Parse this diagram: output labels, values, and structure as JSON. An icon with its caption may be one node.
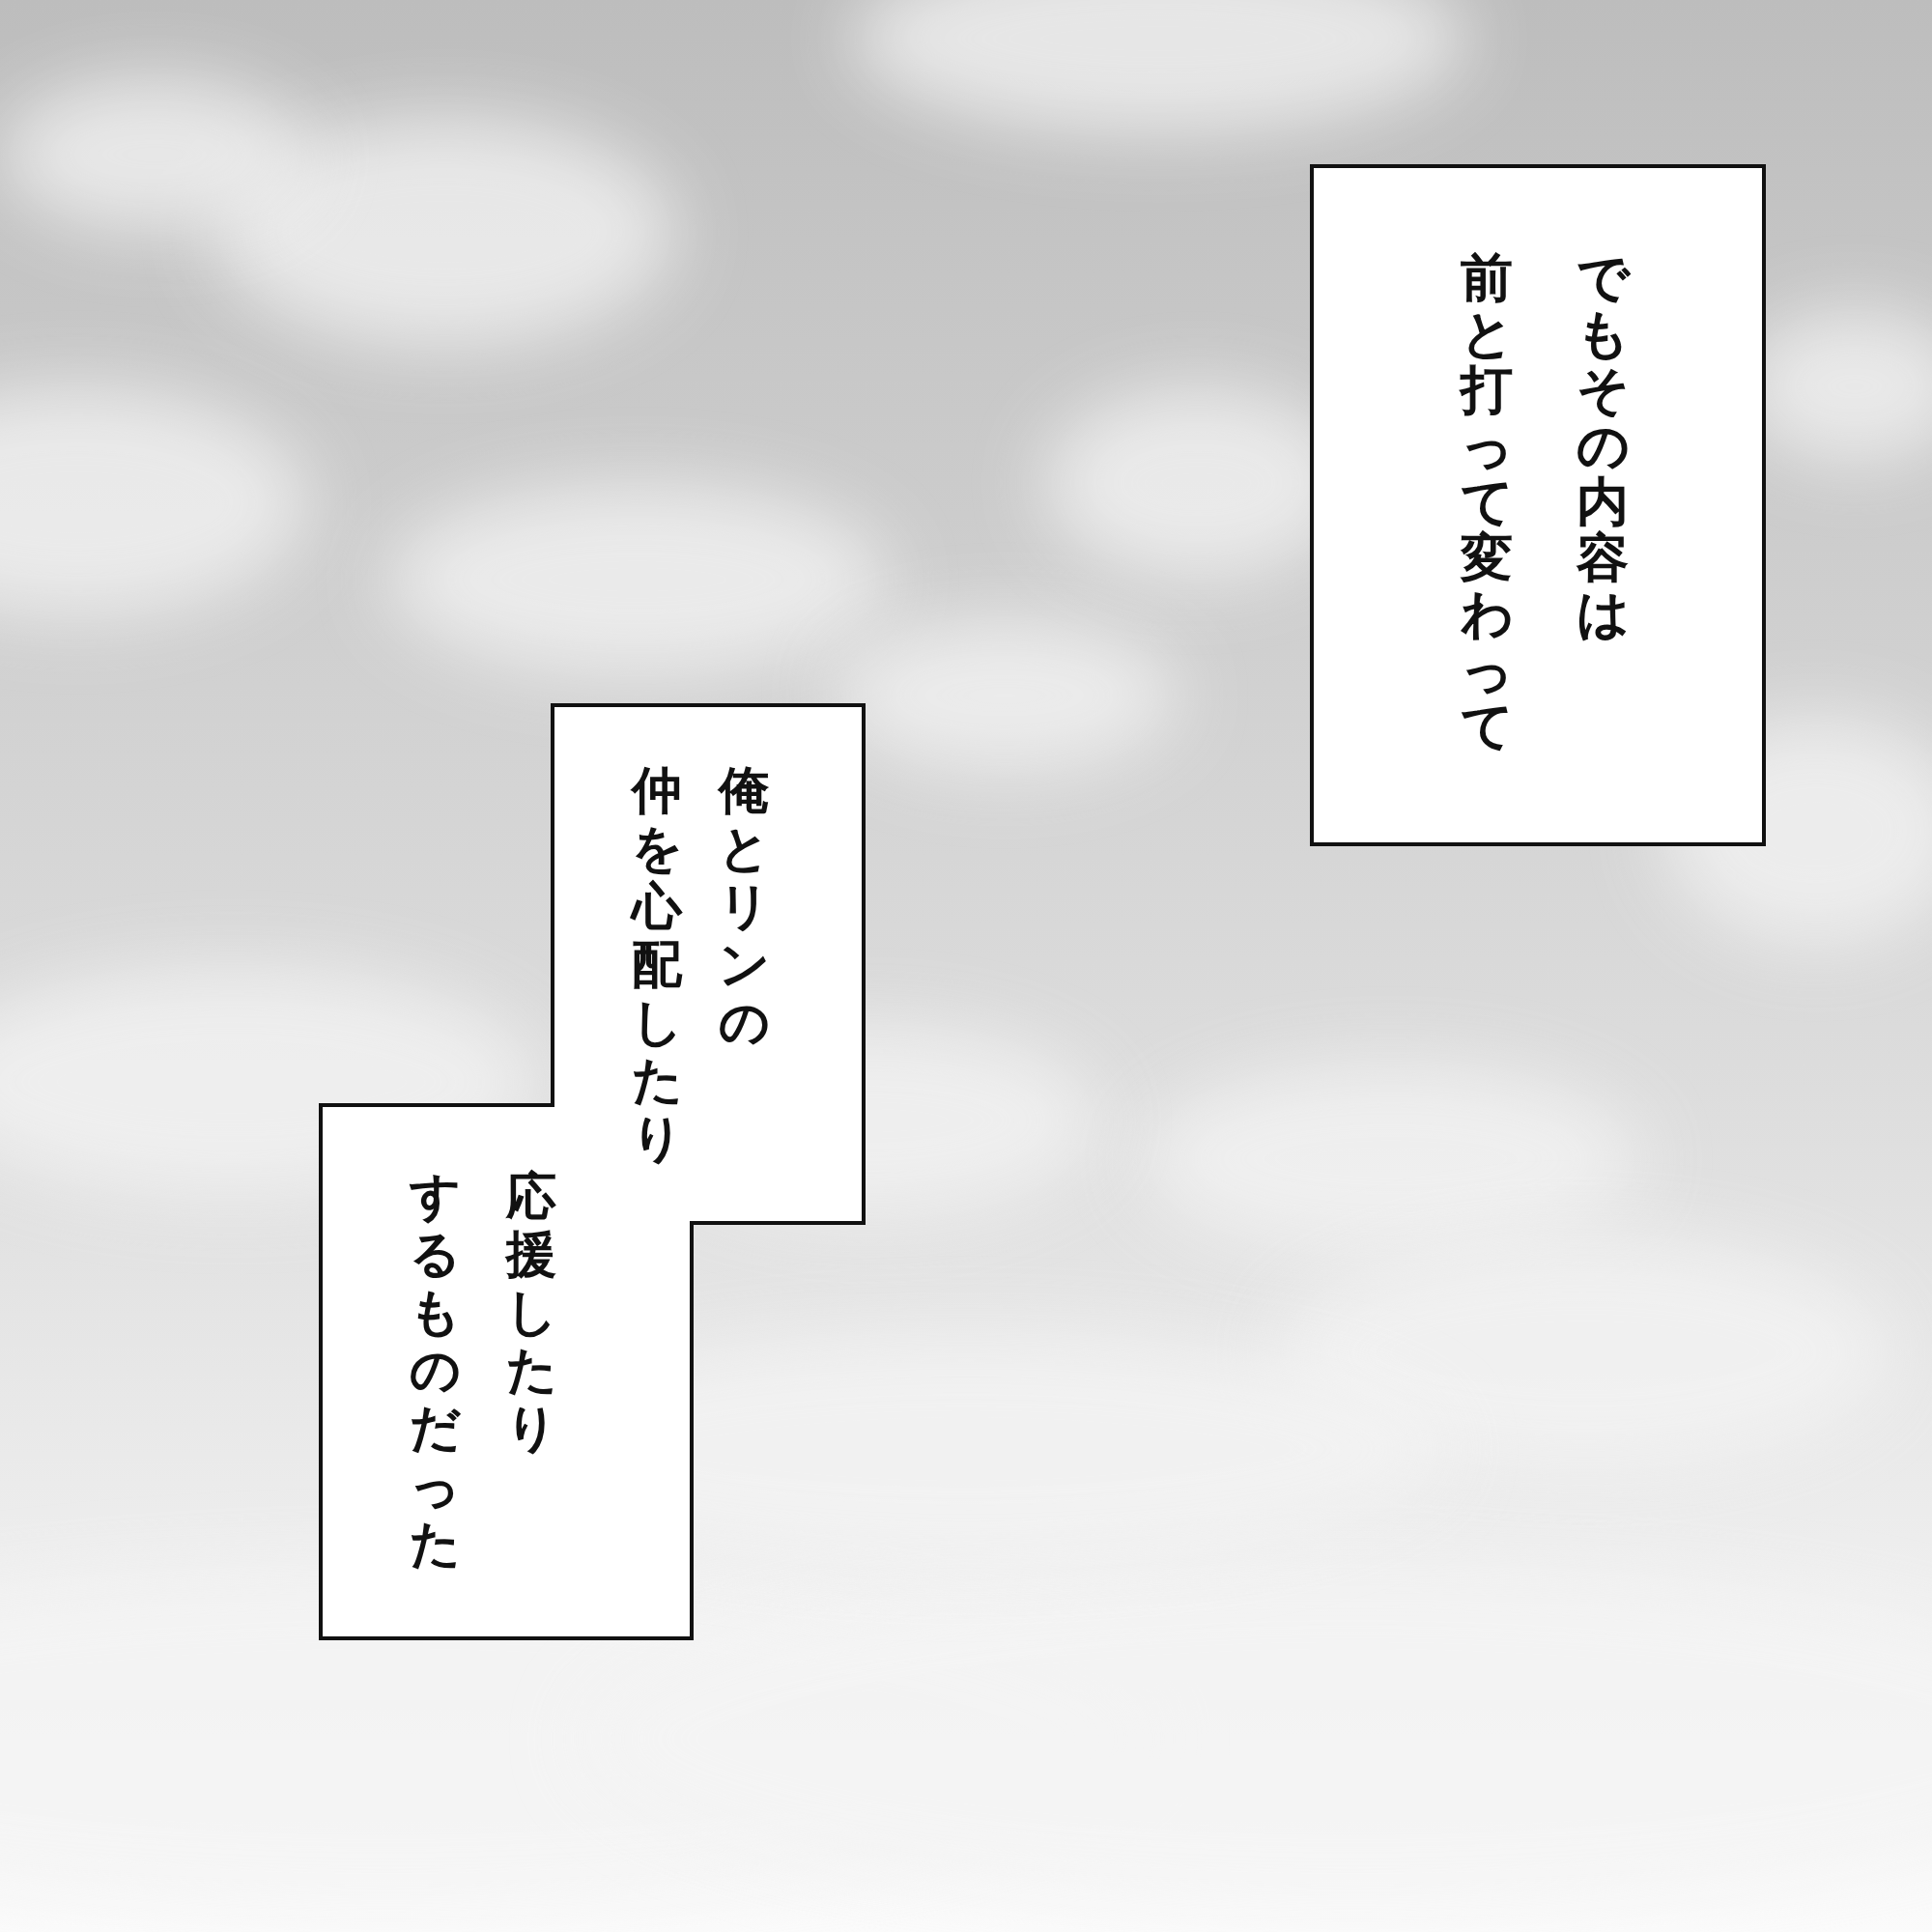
{
  "diagram": {
    "nodes": [
      {
        "text": [
          "でもその内容は前と打って変わって"
        ]
      },
      {
        "text": [
          "俺とリンの仲を心配したり",
          "応援したりするものだった"
        ]
      }
    ]
  }
}
